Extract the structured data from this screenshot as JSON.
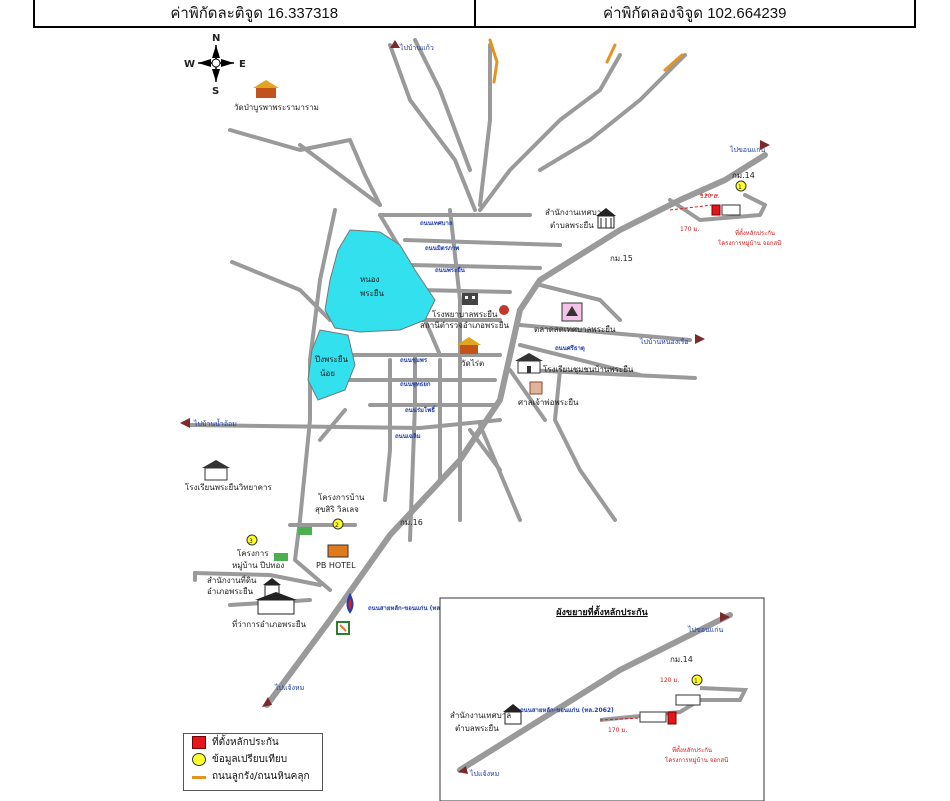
{
  "coordinates": {
    "latitude_label": "ค่าพิกัดละติจูด 16.337318",
    "longitude_label": "ค่าพิกัดลองจิจูด 102.664239"
  },
  "compass": {
    "n": "N",
    "s": "S",
    "e": "E",
    "w": "W"
  },
  "places": {
    "wat_pa": "วัดป่าบูรพาพระรามาราม",
    "nong_name_1": "หนอง",
    "nong_name_2": "พระยืน",
    "pond_name_1": "ปึงพระยืน",
    "pond_name_2": "น้อย",
    "district_office_1": "โรงพยาบาลพระยืน",
    "district_office_2": "สถานีตำรวจอำเภอพระยืน",
    "wat": "วัดไร่ต",
    "market": "ตลาดสดเทศบาลพระยืน",
    "school_1": "โรงเรียนชุมชนบ้านพระยืน",
    "shrine": "ศาลเจ้าพ่อพระยืน",
    "municipality_1": "สำนักงานเทศบาล",
    "municipality_2": "ตำบลพระยืน",
    "km15": "กม.15",
    "km14": "กม.14",
    "km16": "กม.16",
    "school_2": "โรงเรียนพระยืนวิทยาคาร",
    "project_1a": "โครงการบ้าน",
    "project_1b": "สุขสิริ วิลเลจ",
    "project_2a": "โครงการ",
    "project_2b": "หมู่บ้าน ปีปทอง",
    "hotel": "PB HOTEL",
    "land_office_1": "สำนักงานที่ดิน",
    "land_office_2": "อำเภอพระยืน",
    "amphoe_office": "ที่ว่าการอำเภอพระยืน",
    "collateral_1": "ที่ตั้งหลักประกัน",
    "collateral_2": "โครงการหมู่บ้าน จอกสนี"
  },
  "directions": {
    "to_khon_kaen": "ไปขอนแก่น",
    "to_nong_ruea": "ไปบ้านหนองเรือ",
    "to_ban_nam_om": "ไปบ้านน้ำอ้อม",
    "to_khon_kaen_south": "ไปแจ้งหม",
    "to_north": "ไปบ้านแก้ว",
    "highway": "ถนนสายหลัก-ขอนแก่น (ทล.2062)"
  },
  "roads": [
    "ถนนเทศบาล",
    "ถนนมิตรภาพ",
    "ถนนพระยืน",
    "ถนนชุมพร",
    "ถนนพุทธยก",
    "ถนนร่มโพธิ์",
    "ถนนเฉลิม",
    "ถนนศรีธาตุ"
  ],
  "distances": {
    "d120": "120 ม.",
    "d170": "170 ม."
  },
  "markers": {
    "m1": "1",
    "m2": "2",
    "m3": "3"
  },
  "inset": {
    "title": "ผังขยายที่ตั้งหลักประกัน"
  },
  "legend": {
    "collateral": "ที่ตั้งหลักประกัน",
    "comparison": "ข้อมูลเปรียบเทียบ",
    "road": "ถนนลูกรัง/ถนนหินคลุก"
  },
  "colors": {
    "road": "#9a9a9a",
    "lake": "#33e0ee",
    "unpaved_road": "#e39320",
    "collateral": "#e3161b",
    "comparison": "#ffff2a",
    "direction_arrow": "#7a2a2a"
  }
}
